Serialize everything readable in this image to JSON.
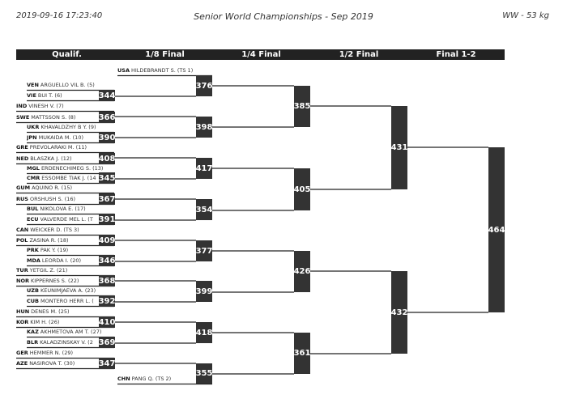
{
  "header": {
    "timestamp": "2019-09-16 17:23:40",
    "title": "Senior World Championships - Sep 2019",
    "category": "WW - 53 kg"
  },
  "rounds": [
    "Qualif.",
    "1/8 Final",
    "1/4 Final",
    "1/2 Final",
    "Final 1-2"
  ],
  "entries": [
    {
      "country": "USA",
      "name": "HILDEBRANDT S. (TS 1)"
    },
    {
      "country": "VEN",
      "name": "ARGUELLO VIL B. (5)"
    },
    {
      "country": "VIE",
      "name": "BUI T. (6)"
    },
    {
      "country": "IND",
      "name": "VINESH V. (7)"
    },
    {
      "country": "SWE",
      "name": "MATTSSON S. (8)"
    },
    {
      "country": "UKR",
      "name": "KHAVALDZHY B Y. (9)"
    },
    {
      "country": "JPN",
      "name": "MUKAIDA M. (10)"
    },
    {
      "country": "GRE",
      "name": "PREVOLARAKI M. (11)"
    },
    {
      "country": "NED",
      "name": "BLASZKA J. (12)"
    },
    {
      "country": "MGL",
      "name": "ERDENECHIMEG S. (13)"
    },
    {
      "country": "CMR",
      "name": "ESSOMBE TIAK J. (14"
    },
    {
      "country": "GUM",
      "name": "AQUINO R. (15)"
    },
    {
      "country": "RUS",
      "name": "ORSHUSH S. (16)"
    },
    {
      "country": "BUL",
      "name": "NIKOLOVA E. (17)"
    },
    {
      "country": "ECU",
      "name": "VALVERDE MEL L. (T"
    },
    {
      "country": "CAN",
      "name": "WEICKER D. (TS 3)"
    },
    {
      "country": "POL",
      "name": "ZASINA R. (18)"
    },
    {
      "country": "PRK",
      "name": "PAK Y. (19)"
    },
    {
      "country": "MDA",
      "name": "LEORDA I. (20)"
    },
    {
      "country": "TUR",
      "name": "YETGIL Z. (21)"
    },
    {
      "country": "NOR",
      "name": "KIPPERNES S. (22)"
    },
    {
      "country": "UZB",
      "name": "KEUNIMJAEVA A. (23)"
    },
    {
      "country": "CUB",
      "name": "MONTERO HERR L. ("
    },
    {
      "country": "HUN",
      "name": "DENES M. (25)"
    },
    {
      "country": "KOR",
      "name": "KIM H. (26)"
    },
    {
      "country": "KAZ",
      "name": "AKHMETOVA AM T. (27)"
    },
    {
      "country": "BLR",
      "name": "KALADZINSKAY V. (2"
    },
    {
      "country": "GER",
      "name": "HEMMER N. (29)"
    },
    {
      "country": "AZE",
      "name": "NASIROVA T. (30)"
    },
    {
      "country": "CHN",
      "name": "PANG Q. (TS 2)"
    }
  ],
  "qualif_bouts": [
    "344",
    "366",
    "390",
    "408",
    "345",
    "367",
    "391",
    "409",
    "346",
    "368",
    "392",
    "410",
    "369",
    "347"
  ],
  "eighth_bouts": [
    "376",
    "398",
    "417",
    "354",
    "377",
    "399",
    "418",
    "355"
  ],
  "quarter_bouts": [
    "385",
    "405",
    "426",
    "361"
  ],
  "semi_bouts": [
    "431",
    "432"
  ],
  "final_bouts": [
    "464"
  ]
}
